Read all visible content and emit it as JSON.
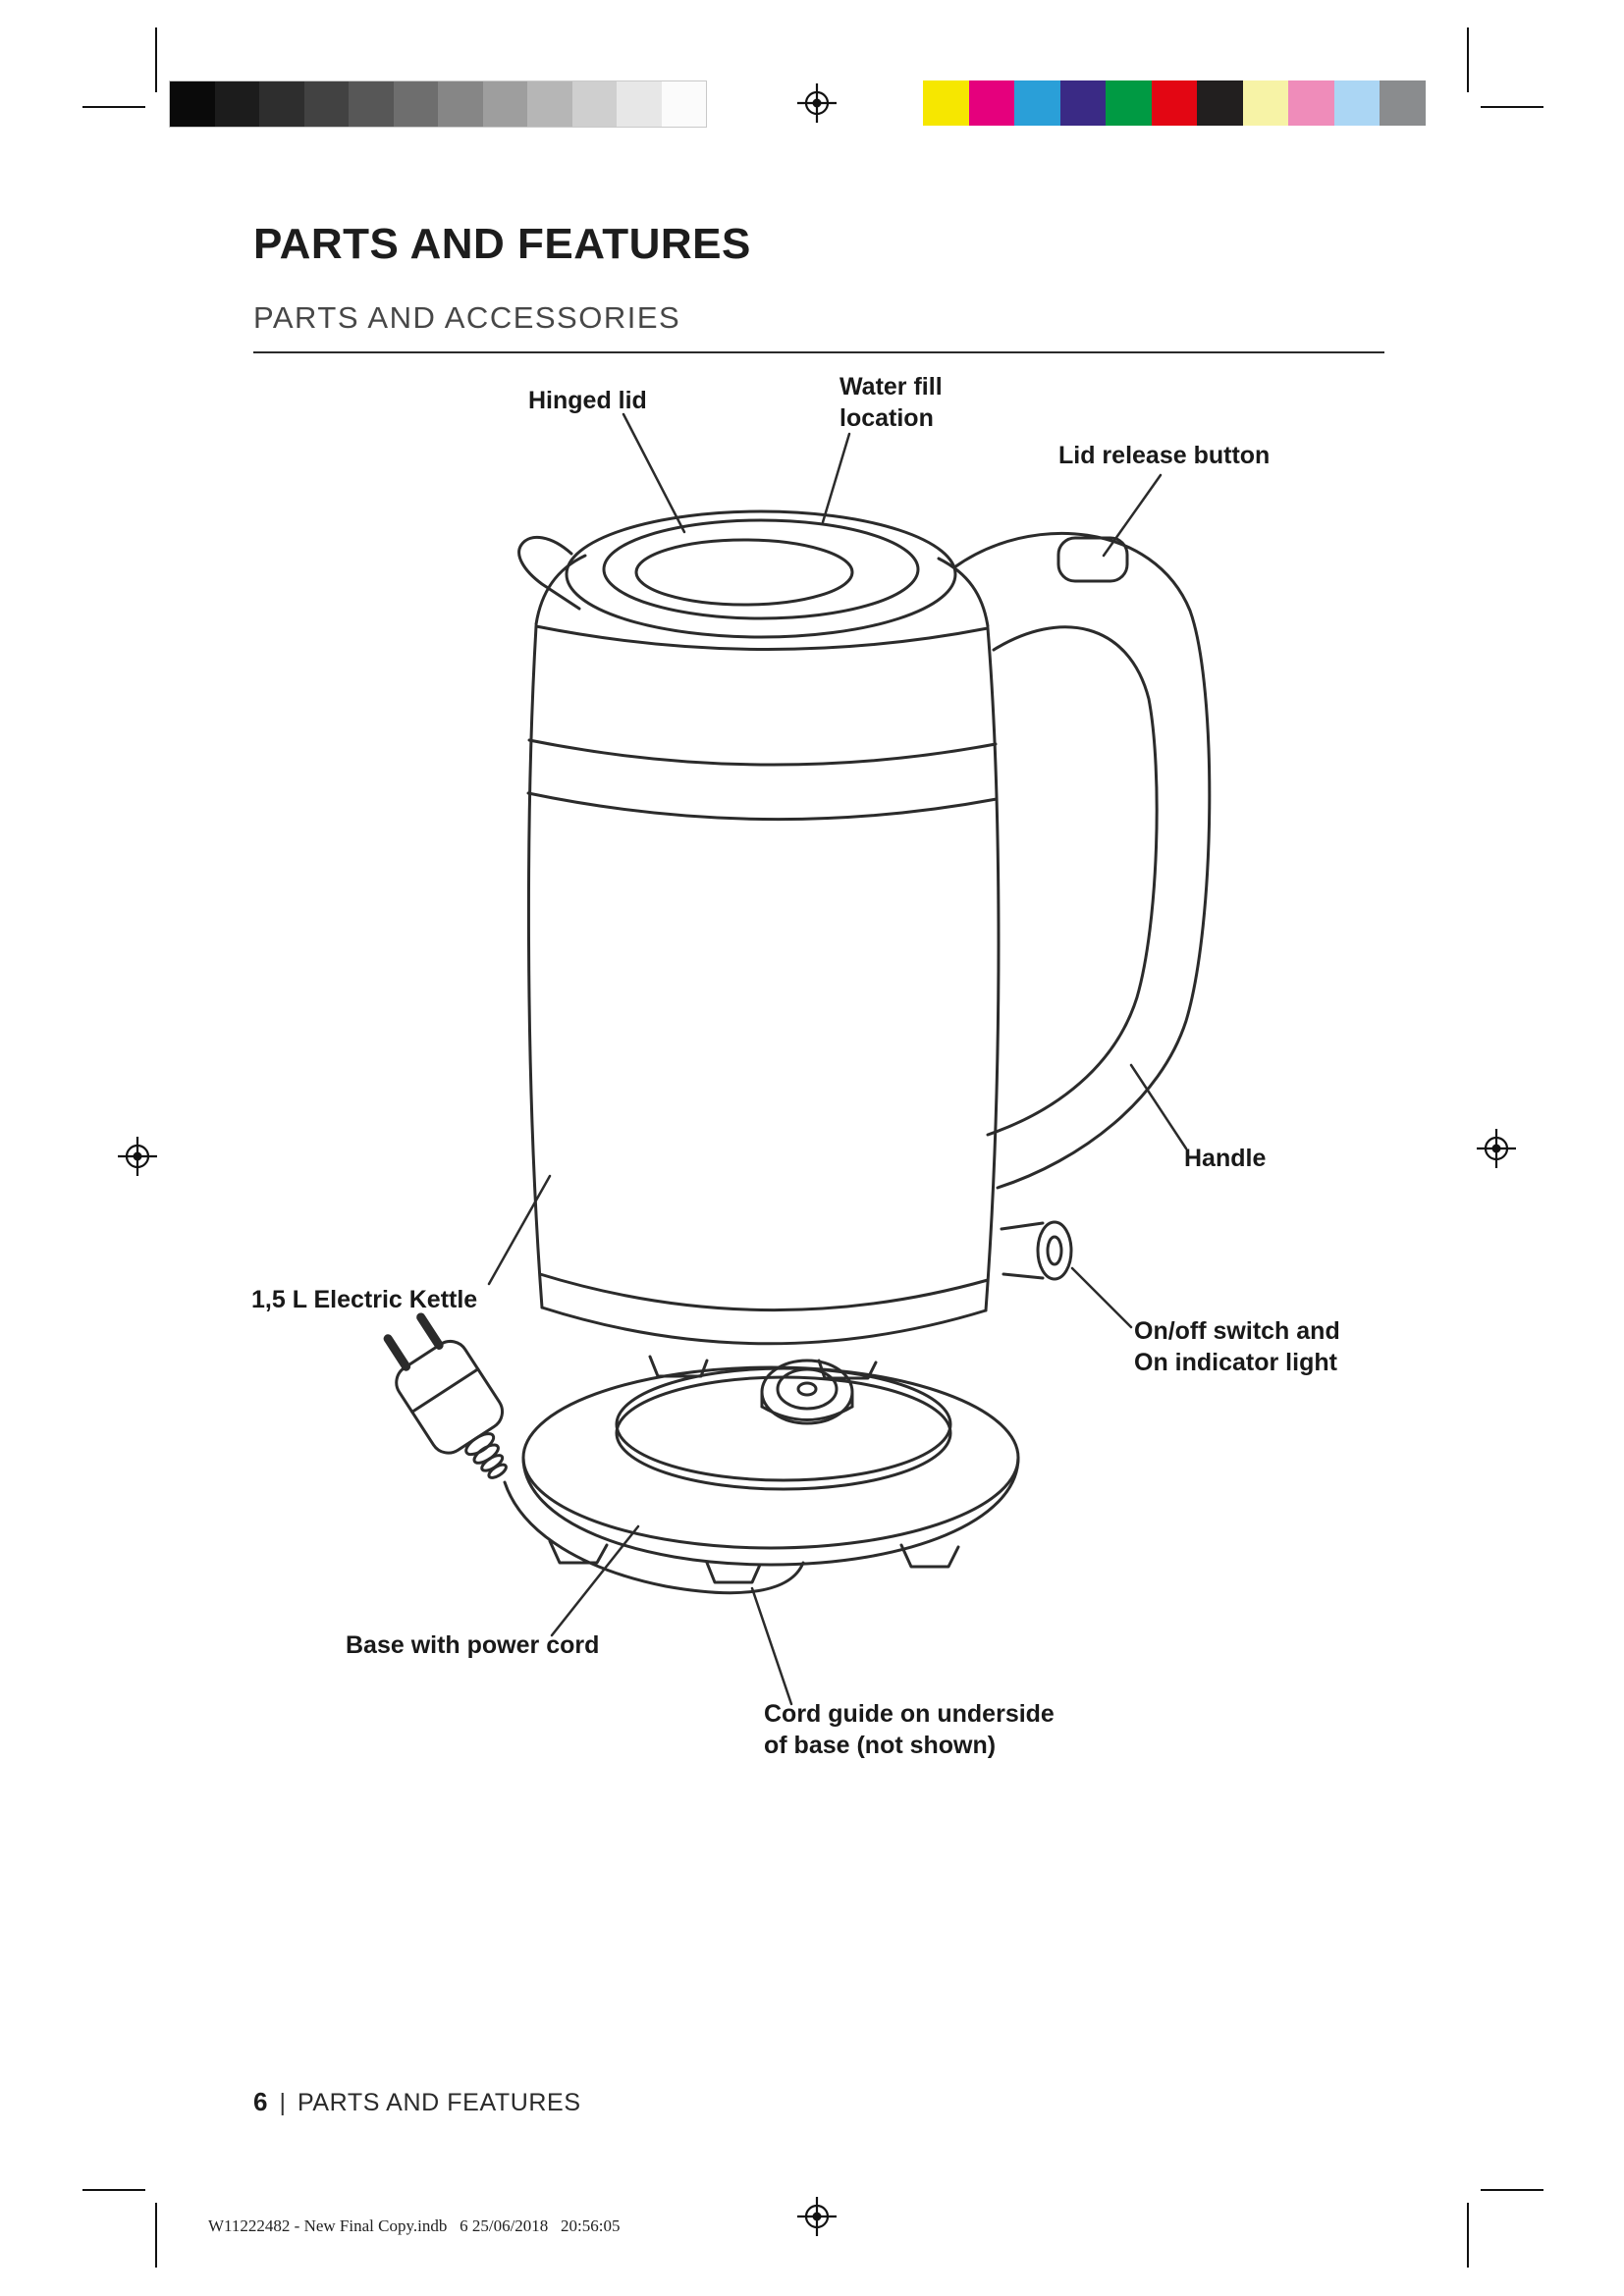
{
  "page": {
    "title": "PARTS AND FEATURES",
    "subtitle": "PARTS AND ACCESSORIES"
  },
  "diagram": {
    "labels": {
      "hinged_lid": "Hinged lid",
      "water_fill_1": "Water fill",
      "water_fill_2": "location",
      "lid_release": "Lid release button",
      "handle": "Handle",
      "kettle": "1,5 L Electric Kettle",
      "on_off_1": "On/off switch and",
      "on_off_2": "On indicator light",
      "base": "Base with power cord",
      "cord_guide_1": "Cord guide on underside",
      "cord_guide_2": "of base (not shown)"
    }
  },
  "footer": {
    "page_number": "6",
    "separator": "|",
    "section": "PARTS AND FEATURES"
  },
  "print_info": {
    "file": "W11222482 - New Final Copy.indb   6",
    "datetime": "25/06/2018   20:56:05"
  },
  "calibration": {
    "grayscale": [
      "#0a0a0a",
      "#1c1c1c",
      "#2e2e2e",
      "#424242",
      "#575757",
      "#6e6e6e",
      "#868686",
      "#9e9e9e",
      "#b6b6b6",
      "#cfcfcf",
      "#e7e7e7",
      "#fbfbfb"
    ],
    "colors": [
      "#f6e700",
      "#e5007d",
      "#2a9fd8",
      "#3a2a85",
      "#009a43",
      "#e30613",
      "#221f1f",
      "#f7f3a6",
      "#ef8cba",
      "#abd6f4",
      "#8a8c8e"
    ]
  }
}
